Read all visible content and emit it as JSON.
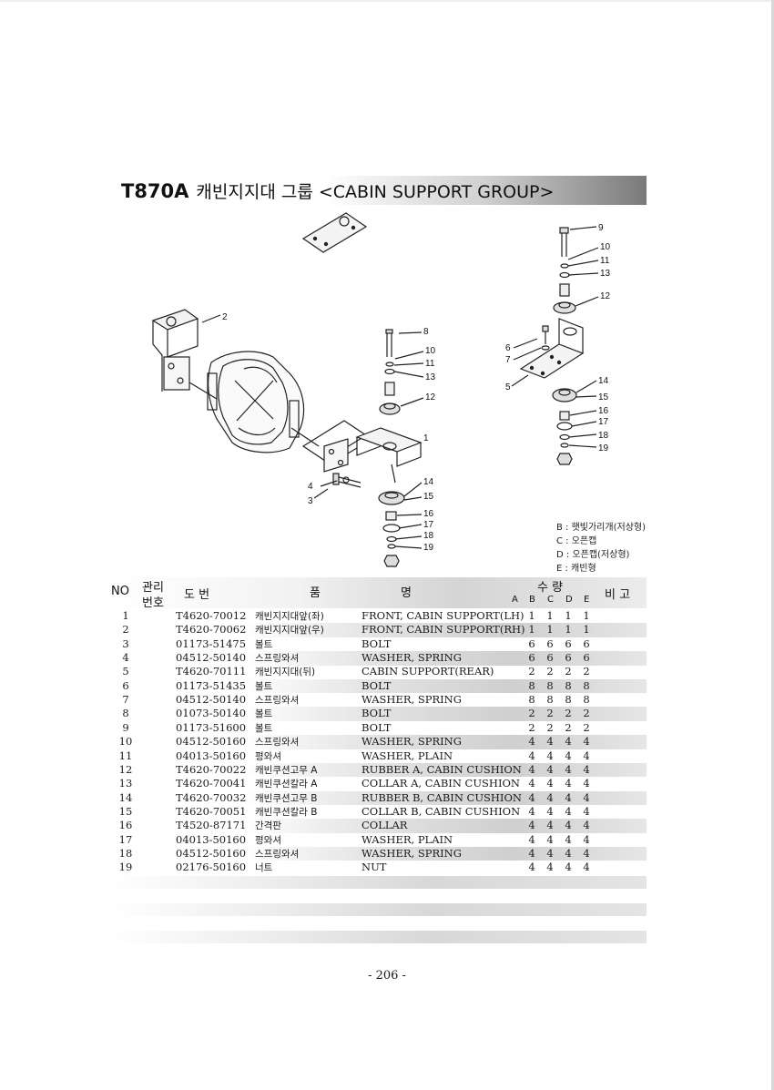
{
  "header": {
    "model": "T870A",
    "title": "캐빈지지대 그룹 <CABIN SUPPORT GROUP>"
  },
  "diagram": {
    "callouts_left": [
      "2",
      "8",
      "10",
      "11",
      "13",
      "12",
      "1",
      "4",
      "3",
      "14",
      "15",
      "16",
      "17",
      "18",
      "19"
    ],
    "callouts_right": [
      "9",
      "10",
      "11",
      "13",
      "12",
      "6",
      "7",
      "5",
      "14",
      "15",
      "16",
      "17",
      "18",
      "19"
    ]
  },
  "legend": [
    "B : 햇빛가리개(저상형)",
    "C : 오픈캡",
    "D : 오픈캡(저상형)",
    "E : 캐빈형"
  ],
  "table": {
    "col_no": "NO",
    "col_mgmt_top": "관리",
    "col_mgmt_bottom": "번호",
    "col_drawing": "도   번",
    "col_name_kor": "품",
    "col_name_eng": "명",
    "col_qty": "수   량",
    "col_remarks": "비 고",
    "qty_labels": [
      "A",
      "B",
      "C",
      "D",
      "E"
    ],
    "rows": [
      {
        "no": "1",
        "part": "T4620-70012",
        "kor": "캐빈지지대앞(좌)",
        "eng": "FRONT, CABIN SUPPORT(LH)",
        "b": "1",
        "c": "1",
        "d": "1",
        "e": "1"
      },
      {
        "no": "2",
        "part": "T4620-70062",
        "kor": "캐빈지지대앞(우)",
        "eng": "FRONT, CABIN SUPPORT(RH)",
        "b": "1",
        "c": "1",
        "d": "1",
        "e": "1"
      },
      {
        "no": "3",
        "part": "01173-51475",
        "kor": "볼트",
        "eng": "BOLT",
        "b": "6",
        "c": "6",
        "d": "6",
        "e": "6"
      },
      {
        "no": "4",
        "part": "04512-50140",
        "kor": "스프링와셔",
        "eng": "WASHER, SPRING",
        "b": "6",
        "c": "6",
        "d": "6",
        "e": "6"
      },
      {
        "no": "5",
        "part": "T4620-70111",
        "kor": "캐빈지지대(뒤)",
        "eng": "CABIN SUPPORT(REAR)",
        "b": "2",
        "c": "2",
        "d": "2",
        "e": "2"
      },
      {
        "no": "6",
        "part": "01173-51435",
        "kor": "볼트",
        "eng": "BOLT",
        "b": "8",
        "c": "8",
        "d": "8",
        "e": "8"
      },
      {
        "no": "7",
        "part": "04512-50140",
        "kor": "스프링와셔",
        "eng": "WASHER, SPRING",
        "b": "8",
        "c": "8",
        "d": "8",
        "e": "8"
      },
      {
        "no": "8",
        "part": "01073-50140",
        "kor": "볼트",
        "eng": "BOLT",
        "b": "2",
        "c": "2",
        "d": "2",
        "e": "2"
      },
      {
        "no": "9",
        "part": "01173-51600",
        "kor": "볼트",
        "eng": "BOLT",
        "b": "2",
        "c": "2",
        "d": "2",
        "e": "2"
      },
      {
        "no": "10",
        "part": "04512-50160",
        "kor": "스프링와셔",
        "eng": "WASHER, SPRING",
        "b": "4",
        "c": "4",
        "d": "4",
        "e": "4"
      },
      {
        "no": "11",
        "part": "04013-50160",
        "kor": "평와셔",
        "eng": "WASHER, PLAIN",
        "b": "4",
        "c": "4",
        "d": "4",
        "e": "4"
      },
      {
        "no": "12",
        "part": "T4620-70022",
        "kor": "캐빈쿠션고무 A",
        "eng": "RUBBER A, CABIN CUSHION",
        "b": "4",
        "c": "4",
        "d": "4",
        "e": "4"
      },
      {
        "no": "13",
        "part": "T4620-70041",
        "kor": "캐빈쿠션칼라 A",
        "eng": "COLLAR A, CABIN CUSHION",
        "b": "4",
        "c": "4",
        "d": "4",
        "e": "4"
      },
      {
        "no": "14",
        "part": "T4620-70032",
        "kor": "캐빈쿠션고무 B",
        "eng": "RUBBER B, CABIN CUSHION",
        "b": "4",
        "c": "4",
        "d": "4",
        "e": "4"
      },
      {
        "no": "15",
        "part": "T4620-70051",
        "kor": "캐빈쿠션칼라 B",
        "eng": "COLLAR B, CABIN CUSHION",
        "b": "4",
        "c": "4",
        "d": "4",
        "e": "4"
      },
      {
        "no": "16",
        "part": "T4520-87171",
        "kor": "간격판",
        "eng": "COLLAR",
        "b": "4",
        "c": "4",
        "d": "4",
        "e": "4"
      },
      {
        "no": "17",
        "part": "04013-50160",
        "kor": "평와셔",
        "eng": "WASHER, PLAIN",
        "b": "4",
        "c": "4",
        "d": "4",
        "e": "4"
      },
      {
        "no": "18",
        "part": "04512-50160",
        "kor": "스프링와셔",
        "eng": "WASHER, SPRING",
        "b": "4",
        "c": "4",
        "d": "4",
        "e": "4"
      },
      {
        "no": "19",
        "part": "02176-50160",
        "kor": "너트",
        "eng": "NUT",
        "b": "4",
        "c": "4",
        "d": "4",
        "e": "4"
      }
    ]
  },
  "footer": {
    "page_number": "- 206 -"
  }
}
